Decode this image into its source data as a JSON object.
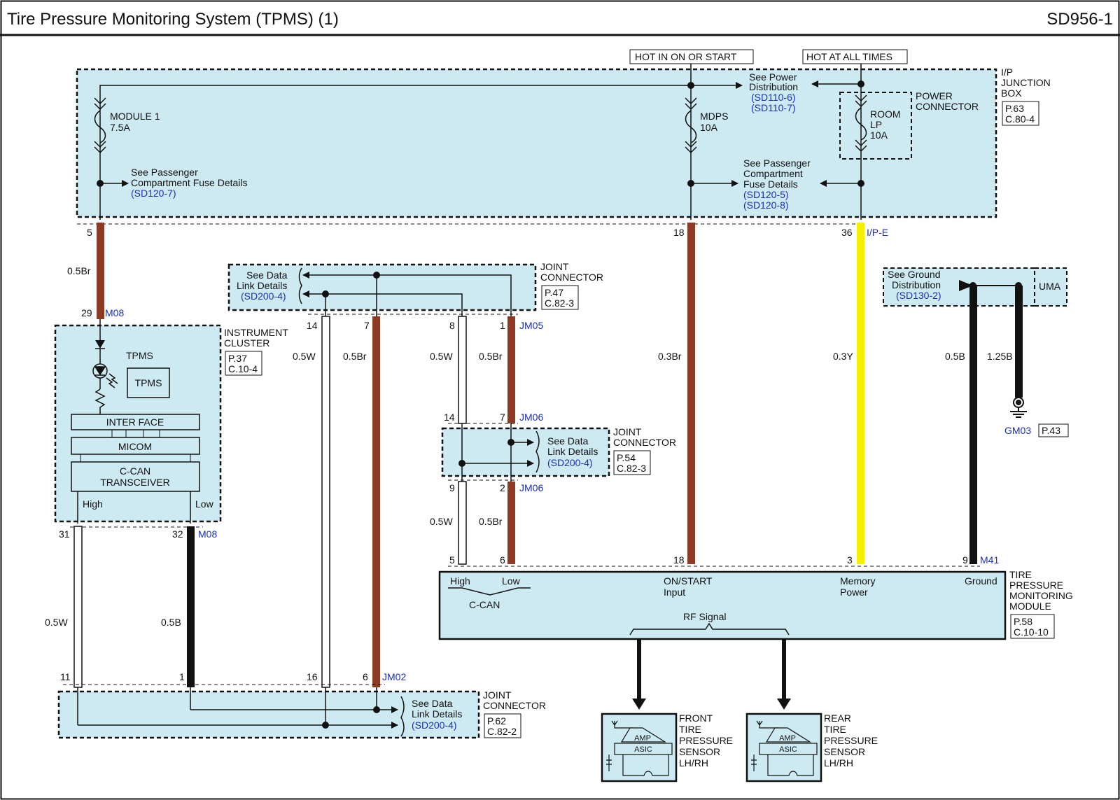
{
  "header": {
    "title": "Tire Pressure Monitoring System (TPMS) (1)",
    "code": "SD956-1"
  },
  "power": {
    "hot_on_start": "HOT IN ON OR START",
    "hot_all_times": "HOT AT ALL TIMES"
  },
  "ip_box": {
    "name": [
      "I/P",
      "JUNCTION",
      "BOX"
    ],
    "ref": [
      "P.63",
      "C.80-4"
    ],
    "power_connector": [
      "POWER",
      "CONNECTOR"
    ],
    "fuse1": [
      "MODULE 1",
      "7.5A"
    ],
    "fuse2": [
      "MDPS",
      "10A"
    ],
    "fuse3": [
      "ROOM",
      "LP",
      "10A"
    ],
    "see_power": [
      "See Power",
      "Distribution"
    ],
    "see_power_refs": [
      "(SD110-6)",
      "(SD110-7)"
    ],
    "see_pass1": [
      "See Passenger",
      "Compartment Fuse Details"
    ],
    "see_pass1_ref": "(SD120-7)",
    "see_pass2": [
      "See Passenger",
      "Compartment",
      "Fuse Details"
    ],
    "see_pass2_refs": [
      "(SD120-5)",
      "(SD120-8)"
    ],
    "connector": "I/P-E"
  },
  "pins": {
    "p5": "5",
    "p18": "18",
    "p36": "36",
    "p29": "29",
    "m08": "M08",
    "p14a": "14",
    "p7a": "7",
    "p8": "8",
    "p1a": "1",
    "jm05": "JM05",
    "p14b": "14",
    "p7b": "7",
    "jm06a": "JM06",
    "p9": "9",
    "p2": "2",
    "jm06b": "JM06",
    "p31": "31",
    "p32": "32",
    "m08b": "M08",
    "p5b": "5",
    "p6": "6",
    "p18b": "18",
    "p3": "3",
    "p9b": "9",
    "m41": "M41",
    "p11": "11",
    "p1b": "1",
    "p16": "16",
    "p6b": "6",
    "jm02": "JM02"
  },
  "wires": {
    "w_05br": "0.5Br",
    "w_05w_a": "0.5W",
    "w_05br_a": "0.5Br",
    "w_05w_b": "0.5W",
    "w_05br_b": "0.5Br",
    "w_03br": "0.3Br",
    "w_03y": "0.3Y",
    "w_05b": "0.5B",
    "w_125b": "1.25B",
    "w_05w_c": "0.5W",
    "w_05br_c": "0.5Br",
    "w_05w_d": "0.5W",
    "w_05b_d": "0.5B"
  },
  "jc1": {
    "see": [
      "See Data",
      "Link Details"
    ],
    "ref": "(SD200-4)",
    "name": [
      "JOINT",
      "CONNECTOR"
    ],
    "p": [
      "P.47",
      "C.82-3"
    ]
  },
  "jc2": {
    "see": [
      "See Data",
      "Link Details"
    ],
    "ref": "(SD200-4)",
    "name": [
      "JOINT",
      "CONNECTOR"
    ],
    "p": [
      "P.54",
      "C.82-3"
    ]
  },
  "jc3": {
    "see": [
      "See Data",
      "Link Details"
    ],
    "ref": "(SD200-4)",
    "name": [
      "JOINT",
      "CONNECTOR"
    ],
    "p": [
      "P.62",
      "C.82-2"
    ]
  },
  "ground": {
    "see": [
      "See Ground",
      "Distribution"
    ],
    "ref": "(SD130-2)",
    "uma": "UMA",
    "gm": "GM03",
    "gp": "P.43"
  },
  "cluster": {
    "name": [
      "INSTRUMENT",
      "CLUSTER"
    ],
    "p": [
      "P.37",
      "C.10-4"
    ],
    "tpms_label": "TPMS",
    "tpms_box": "TPMS",
    "interface": "INTER FACE",
    "micom": "MICOM",
    "ccan": [
      "C-CAN",
      "TRANSCEIVER"
    ],
    "high": "High",
    "low": "Low"
  },
  "module": {
    "name": [
      "TIRE",
      "PRESSURE",
      "MONITORING",
      "MODULE"
    ],
    "p": [
      "P.58",
      "C.10-10"
    ],
    "high": "High",
    "low": "Low",
    "ccan": "C-CAN",
    "on_start": [
      "ON/START",
      "Input"
    ],
    "memory": [
      "Memory",
      "Power"
    ],
    "ground": "Ground",
    "rf": "RF Signal"
  },
  "front_sensor": {
    "name": [
      "FRONT",
      "TIRE",
      "PRESSURE",
      "SENSOR",
      "LH/RH"
    ],
    "amp": "AMP",
    "asic": "ASIC"
  },
  "rear_sensor": {
    "name": [
      "REAR",
      "TIRE",
      "PRESSURE",
      "SENSOR",
      "LH/RH"
    ],
    "amp": "AMP",
    "asic": "ASIC"
  },
  "colors": {
    "box_fill": "#cdeaf2",
    "brown": "#8b3a24",
    "yellow": "#f4f000",
    "black": "#111111",
    "link_blue": "#1a2fb5"
  }
}
